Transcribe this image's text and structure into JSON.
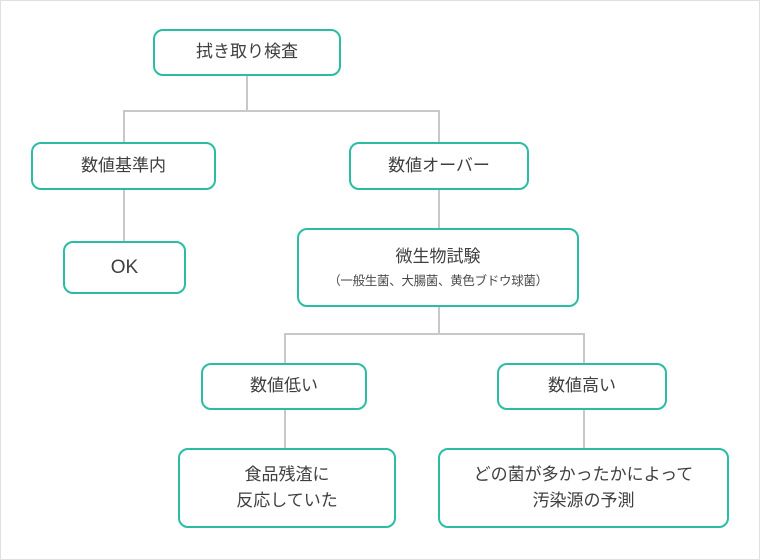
{
  "diagram": {
    "type": "flowchart",
    "colors": {
      "node_border": "#2bbca4",
      "connector": "#c8c8c8",
      "text": "#3f3f3f",
      "background": "#ffffff",
      "outer_border": "#e0e0e0"
    },
    "nodes": {
      "root": {
        "label": "拭き取り検査"
      },
      "within": {
        "label": "数値基準内"
      },
      "over": {
        "label": "数値オーバー"
      },
      "ok": {
        "label": "OK"
      },
      "micro": {
        "label": "微生物試験",
        "sublabel": "（一般生菌、大腸菌、黄色ブドウ球菌）"
      },
      "low": {
        "label": "数値低い"
      },
      "high": {
        "label": "数値高い"
      },
      "residue": {
        "label": "食品残渣に\n反応していた"
      },
      "predict": {
        "label": "どの菌が多かったかによって\n汚染源の予測"
      }
    },
    "edges": [
      {
        "from": "root",
        "to": "within"
      },
      {
        "from": "root",
        "to": "over"
      },
      {
        "from": "within",
        "to": "ok"
      },
      {
        "from": "over",
        "to": "micro"
      },
      {
        "from": "micro",
        "to": "low"
      },
      {
        "from": "micro",
        "to": "high"
      },
      {
        "from": "low",
        "to": "residue"
      },
      {
        "from": "high",
        "to": "predict"
      }
    ]
  }
}
